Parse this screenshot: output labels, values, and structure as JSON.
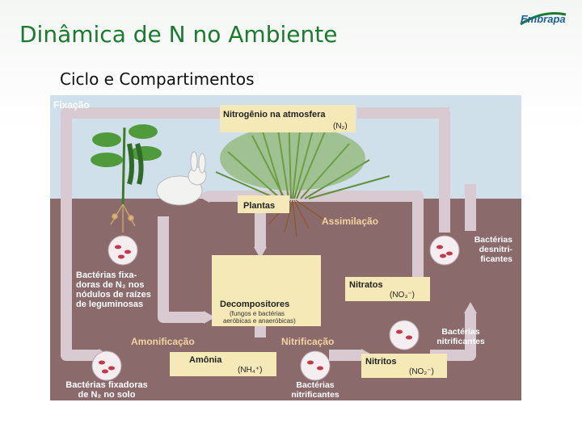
{
  "slide": {
    "title": "Dinâmica de N no Ambiente",
    "subtitle": "Ciclo e  Compartimentos",
    "logo_text": "Embrapa"
  },
  "diagram": {
    "section_label": "Fixação",
    "atmosphere_label": "Nitrogênio na atmosfera",
    "atmosphere_formula": "(N₂)",
    "plants_label": "Plantas",
    "assimilation_label": "Assimilação",
    "denitrifying_bacteria": [
      "Bactérias",
      "desnitri-",
      "ficantes"
    ],
    "nodule_bacteria": [
      "Bactérias fixa-",
      "doras de N₂ nos",
      "nódulos de raízes",
      "de leguminosas"
    ],
    "nitrates_label": "Nitratos",
    "nitrates_formula": "(NO₃⁻)",
    "decomposers_label": "Decompositores",
    "decomposers_note": [
      "(fungos e bactérias",
      "aeróbicas e anaeróbicas)"
    ],
    "ammonification_label": "Amonificação",
    "nitrification_label": "Nitrificação",
    "nitrifying_bacteria_right": [
      "Bactérias",
      "nitrificantes"
    ],
    "ammonia_label": "Amônia",
    "ammonia_formula": "(NH₄⁺)",
    "nitrites_label": "Nitritos",
    "nitrites_formula": "(NO₂⁻)",
    "soil_bacteria": [
      "Bactérias fixadoras",
      "de N₂ no solo"
    ],
    "nitrifying_bacteria_bottom": [
      "Bactérias",
      "nitrificantes"
    ]
  },
  "colors": {
    "title": "#1a7a2e",
    "sky": "#cfe0ea",
    "soil": "#8a6a6a",
    "arrow": "#d9c9d0",
    "label_box": "#f6e9b8",
    "label_text": "#ffffff",
    "process_text": "#f3d3a0",
    "bacteria": "#c23a4a"
  }
}
